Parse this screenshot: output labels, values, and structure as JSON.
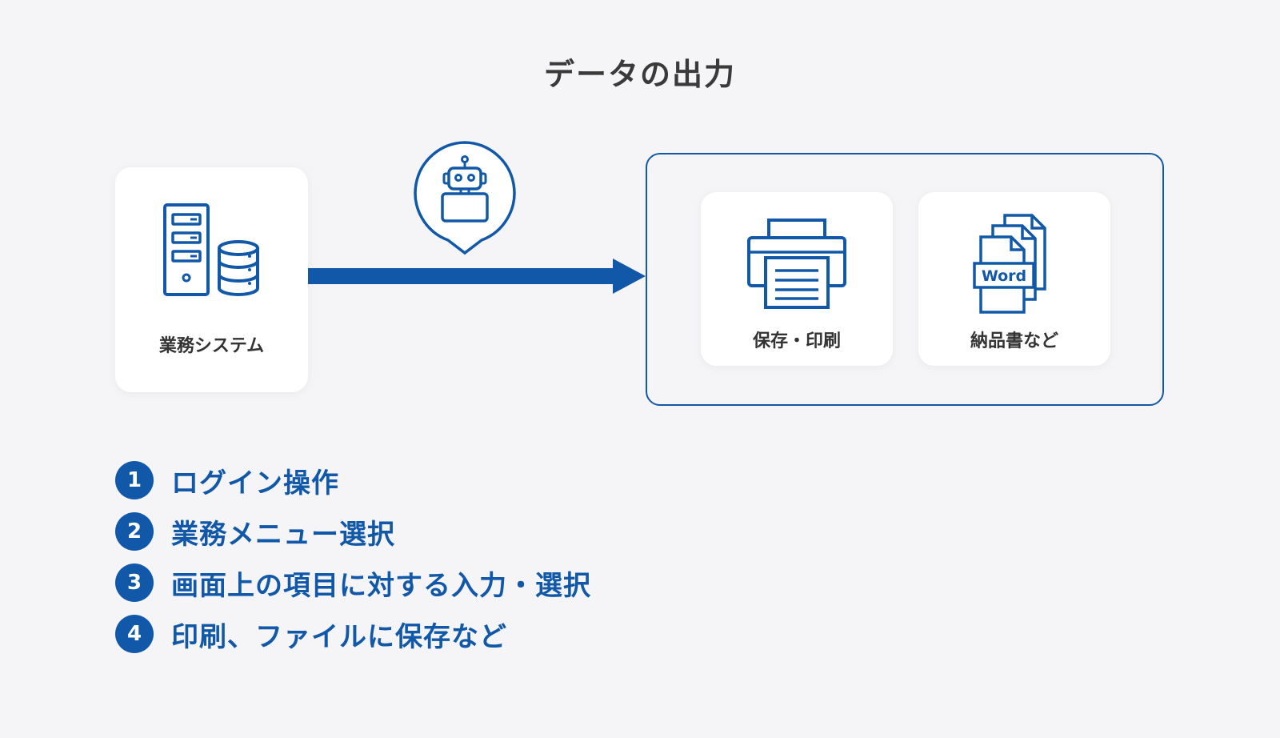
{
  "title": "データの出力",
  "colors": {
    "accent": "#1158a8",
    "background": "#f5f5f8",
    "card": "#ffffff",
    "text": "#333333"
  },
  "source": {
    "label": "業務システム",
    "icon": "server-database-icon"
  },
  "robot": {
    "icon": "robot-icon"
  },
  "outputs": [
    {
      "label": "保存・印刷",
      "icon": "printer-icon"
    },
    {
      "label": "納品書など",
      "icon": "word-document-icon",
      "badge": "Word"
    }
  ],
  "steps": [
    {
      "number": "1",
      "text": "ログイン操作"
    },
    {
      "number": "2",
      "text": "業務メニュー選択"
    },
    {
      "number": "3",
      "text": "画面上の項目に対する入力・選択"
    },
    {
      "number": "4",
      "text": "印刷、ファイルに保存など"
    }
  ]
}
